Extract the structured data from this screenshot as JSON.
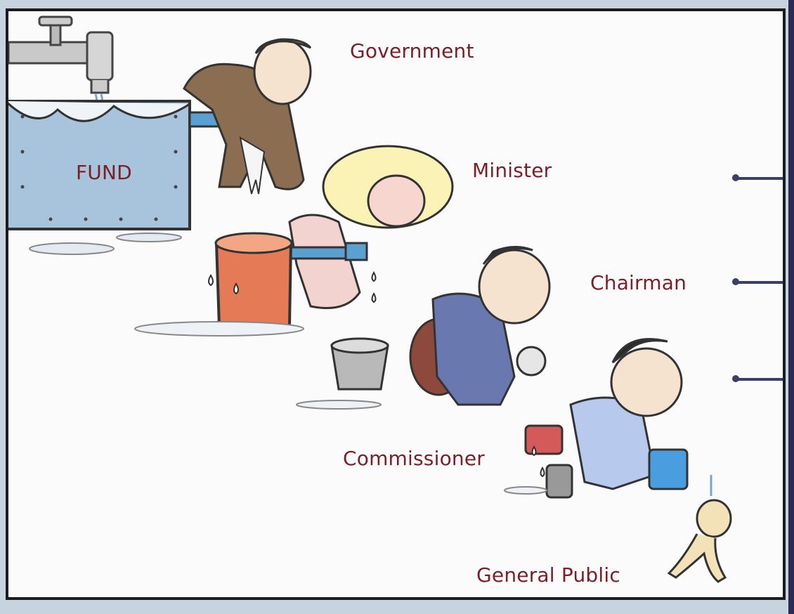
{
  "labels": {
    "fund": "FUND",
    "government": "Government",
    "minister": "Minister",
    "chairman": "Chairman",
    "commissioner": "Commissioner",
    "general_public": "General Public"
  },
  "colors": {
    "label_text": "#7a1f25",
    "water": "#a8c4dc",
    "pipe": "#5aa0d0",
    "arrow": "#3a3f66",
    "frame": "#1c1c1c"
  },
  "icons": {
    "tap": "water-tap-icon",
    "arrow": "left-arrow-icon"
  }
}
